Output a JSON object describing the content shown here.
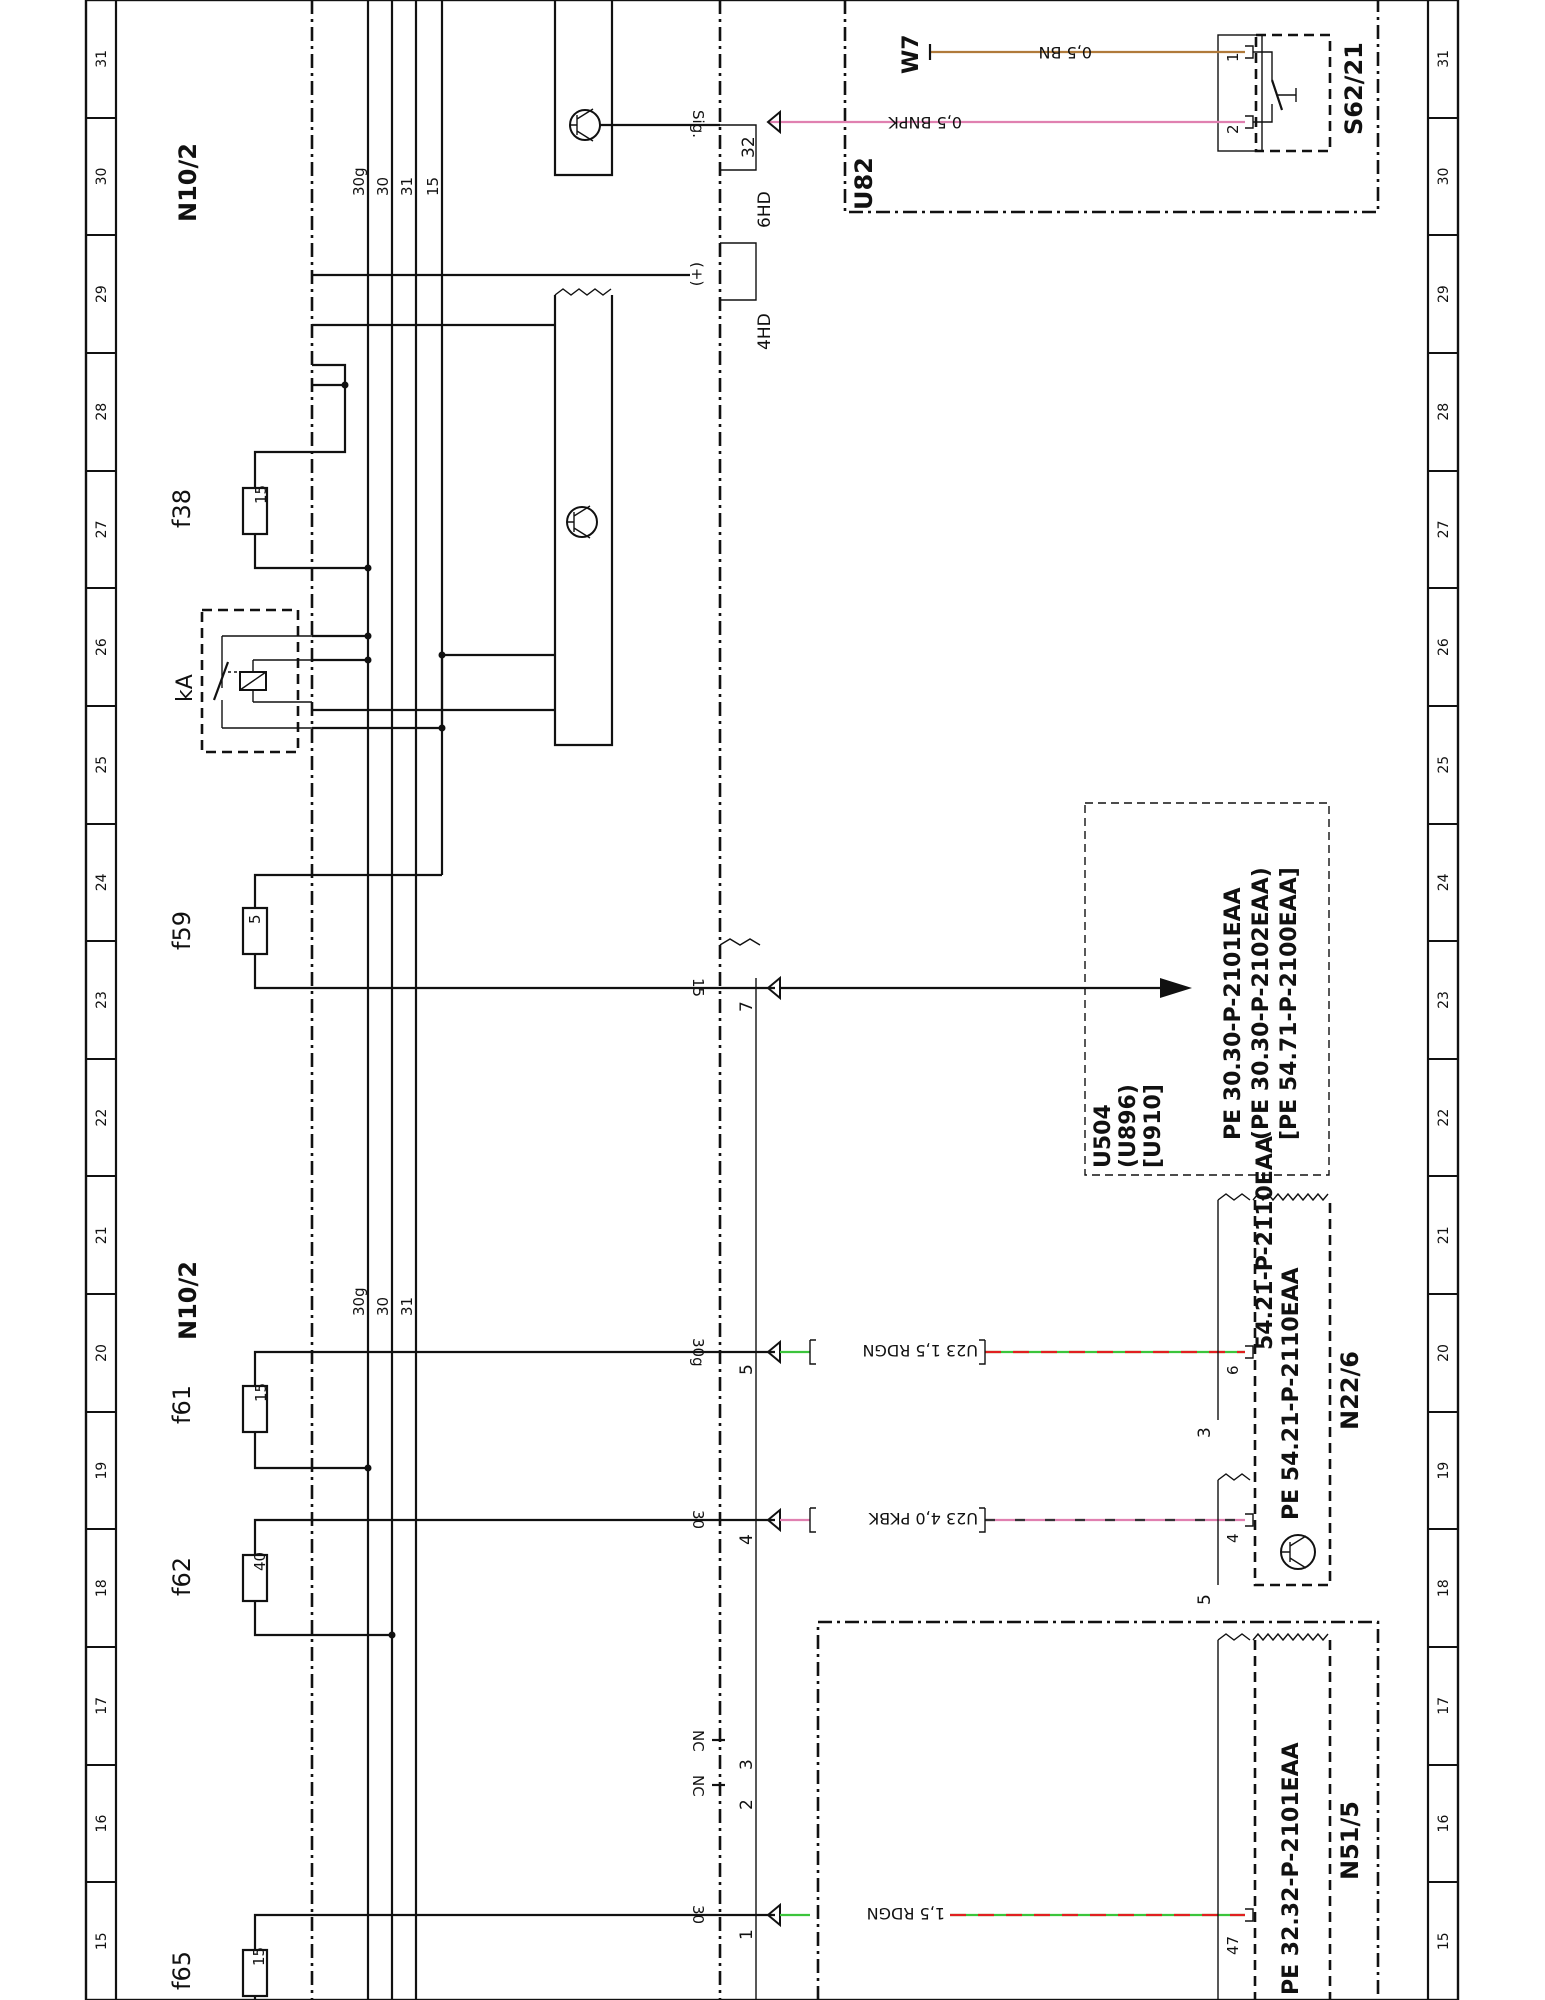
{
  "grid_numbers": [
    "15",
    "16",
    "17",
    "18",
    "19",
    "20",
    "21",
    "22",
    "23",
    "24",
    "25",
    "26",
    "27",
    "28",
    "29",
    "30",
    "31"
  ],
  "grid_numbers_reversed": [
    "31",
    "30",
    "29",
    "28",
    "27",
    "26",
    "25",
    "24",
    "23",
    "22",
    "21",
    "20",
    "19",
    "18",
    "17",
    "16",
    "15"
  ],
  "modules": {
    "n10_top": "N10/2",
    "n10_bottom": "N10/2",
    "u82": "U82",
    "s62": "S62/21",
    "w7": "W7",
    "n22": "N22/6",
    "n51": "N51/5",
    "ka": "kA"
  },
  "fuses": [
    {
      "name": "f38",
      "rating": "15"
    },
    {
      "name": "f59",
      "rating": "5"
    },
    {
      "name": "f61",
      "rating": "15"
    },
    {
      "name": "f62",
      "rating": "40"
    },
    {
      "name": "f65",
      "rating": "15"
    }
  ],
  "bus_labels_top": [
    "30g",
    "30",
    "31",
    "15"
  ],
  "bus_labels_bottom": [
    "30g",
    "30",
    "31"
  ],
  "connector_labels": {
    "sig": "Sig.",
    "plus": "(+)",
    "hd6": "6HD",
    "hd4": "4HD",
    "pin32": "32",
    "pin15": "15",
    "pin7": "7",
    "pin30g": "30g",
    "pin5": "5",
    "pin30a": "30",
    "pin4": "4",
    "nc1": "NC",
    "nc2": "NC",
    "pin3": "3",
    "pin2": "2",
    "pin30b": "30",
    "pin1": "1",
    "s62_pin1": "1",
    "s62_pin2": "2",
    "n22_pin6": "6",
    "n22_pin4": "4",
    "n22_pin3": "3",
    "n22_pin5": "5",
    "n51_pin47": "47"
  },
  "wires": {
    "w7_wire": "0,5 BN",
    "s62_wire": "0,5 BNPK",
    "w30g": "U23  1,5 RDGN",
    "w30": "U23  4,0 PKBK",
    "w15": "1,5 RDGN"
  },
  "references": {
    "u504_group": [
      "U504",
      "(U896)",
      "[U910]"
    ],
    "u504_refs": [
      "PE  30.30-P-2101EAA",
      "(PE  30.30-P-2102EAA)",
      "[PE  54.71-P-2100EAA]"
    ],
    "n22_ref": "PE  54.21-P-2110EAA",
    "n22_ref2": "PE",
    "n22_module_ref": "54.21-P-2110EAA",
    "n51_ref": "PE  32.32-P-2101EAA",
    "n21_top_ref": "54.21-P-2110EAA"
  },
  "colors": {
    "line": "#111111",
    "wire_brown": "#b07a3a",
    "wire_pink": "#e080b0",
    "wire_red": "#e02020",
    "wire_green": "#3cc43c"
  }
}
